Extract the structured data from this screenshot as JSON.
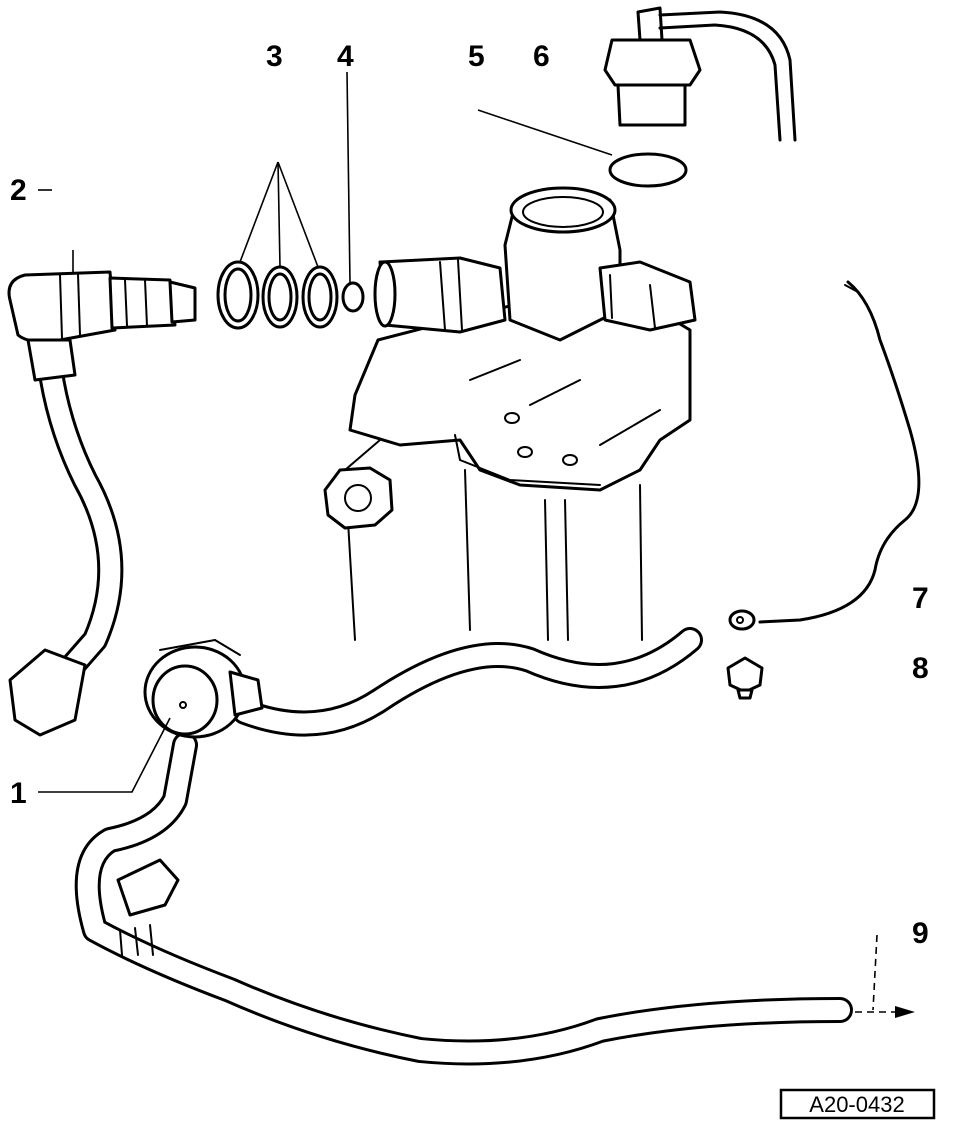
{
  "diagram": {
    "reference_code": "A20-0432",
    "callouts": [
      {
        "id": "1",
        "label": "1"
      },
      {
        "id": "2",
        "label": "2"
      },
      {
        "id": "3",
        "label": "3"
      },
      {
        "id": "4",
        "label": "4"
      },
      {
        "id": "5",
        "label": "5"
      },
      {
        "id": "6",
        "label": "6"
      },
      {
        "id": "7",
        "label": "7"
      },
      {
        "id": "8",
        "label": "8"
      },
      {
        "id": "9",
        "label": "9"
      }
    ]
  }
}
